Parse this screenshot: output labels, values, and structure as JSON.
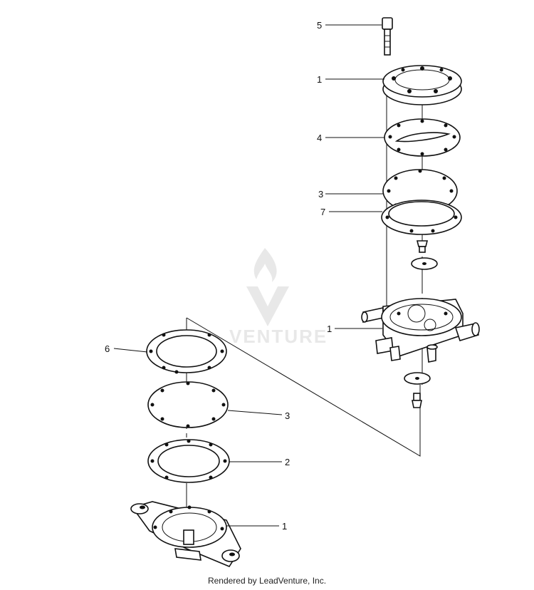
{
  "callouts": [
    {
      "id": "c5",
      "number": "5"
    },
    {
      "id": "c1a",
      "number": "1"
    },
    {
      "id": "c4",
      "number": "4"
    },
    {
      "id": "c3a",
      "number": "3"
    },
    {
      "id": "c7",
      "number": "7"
    },
    {
      "id": "c1b",
      "number": "1"
    },
    {
      "id": "c6",
      "number": "6"
    },
    {
      "id": "c3b",
      "number": "3"
    },
    {
      "id": "c2",
      "number": "2"
    },
    {
      "id": "c1c",
      "number": "1"
    }
  ],
  "watermark": {
    "text": "VENTURE"
  },
  "footer": {
    "text": "Rendered by LeadVenture, Inc."
  }
}
